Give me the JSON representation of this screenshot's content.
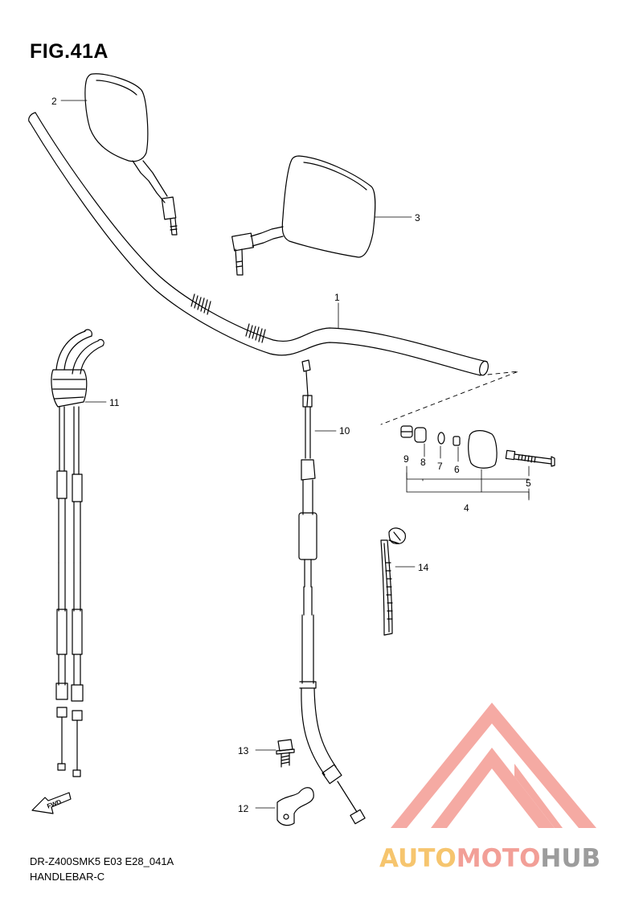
{
  "figure": {
    "title": "FIG.41A",
    "footer_line1": "DR-Z400SMK5 E03 E28_041A",
    "footer_line2": "HANDLEBAR-C"
  },
  "callouts": [
    "1",
    "2",
    "3",
    "4",
    "5",
    "6",
    "7",
    "8",
    "9",
    "10",
    "11",
    "12",
    "13",
    "14"
  ],
  "watermark": {
    "part1": "AUTO",
    "part2": "MOTO",
    "part3": "HUB",
    "colors": {
      "auto": "#f6c56e",
      "moto": "#f29f97",
      "hub": "#9c9c9c",
      "triangle": "#f4a19a"
    }
  },
  "icons": {
    "fwd_arrow": "fwd-arrow-icon"
  },
  "fwd_label": "FWD"
}
